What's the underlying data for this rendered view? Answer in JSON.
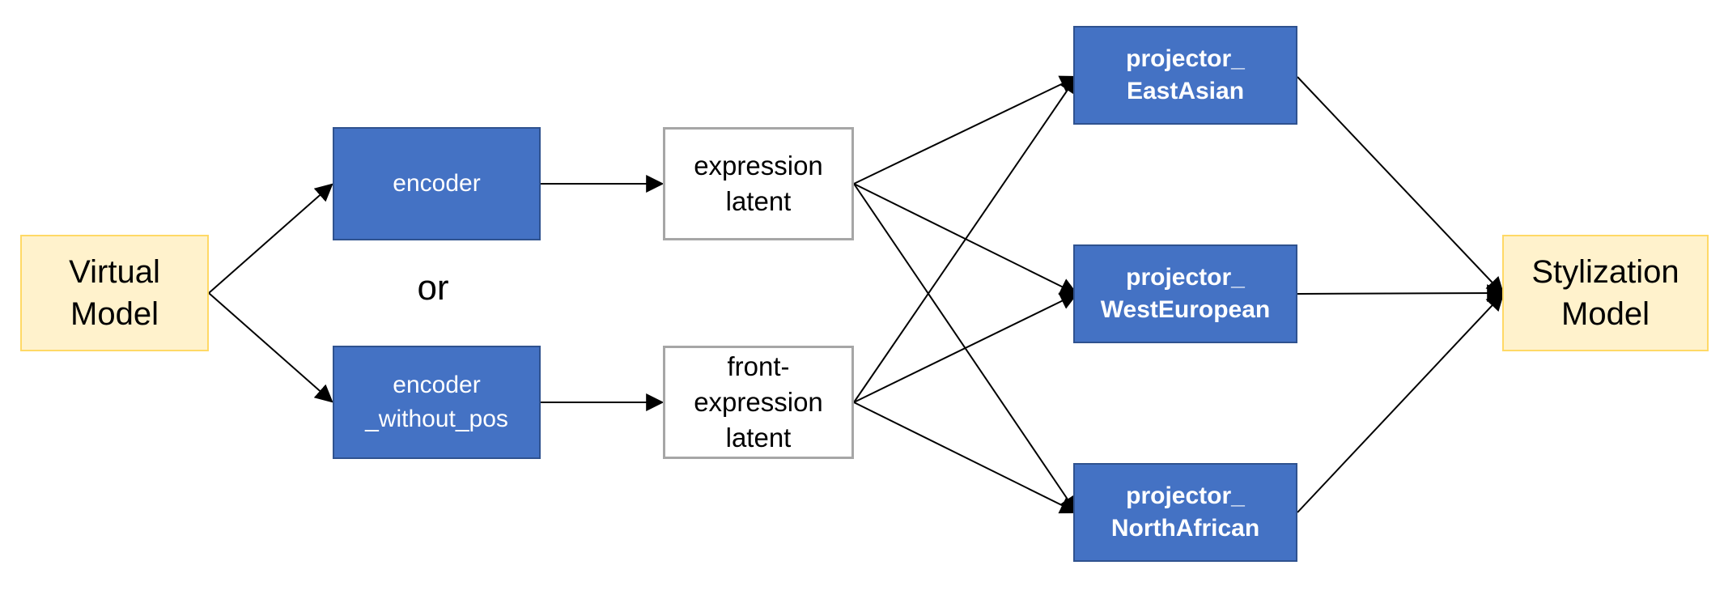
{
  "nodes": {
    "virtual_model": "Virtual\nModel",
    "encoder": "encoder",
    "encoder_without_pos": "encoder\n_without_pos",
    "expression_latent": "expression\nlatent",
    "front_expression_latent": "front-\nexpression\nlatent",
    "projector_east_asian": "projector_\nEastAsian",
    "projector_west_european": "projector_\nWestEuropean",
    "projector_north_african": "projector_\nNorthAfrican",
    "stylization_model": "Stylization\nModel"
  },
  "or_label": "or",
  "colors": {
    "model_fill": "#fff2cc",
    "model_border": "#ffd966",
    "module_fill": "#4472c4",
    "module_border": "#2f528f",
    "latent_border": "#a6a6a6",
    "arrow": "#000000"
  },
  "edges": [
    [
      "virtual_model",
      "encoder"
    ],
    [
      "virtual_model",
      "encoder_without_pos"
    ],
    [
      "encoder",
      "expression_latent"
    ],
    [
      "encoder_without_pos",
      "front_expression_latent"
    ],
    [
      "expression_latent",
      "projector_east_asian"
    ],
    [
      "expression_latent",
      "projector_west_european"
    ],
    [
      "expression_latent",
      "projector_north_african"
    ],
    [
      "front_expression_latent",
      "projector_east_asian"
    ],
    [
      "front_expression_latent",
      "projector_west_european"
    ],
    [
      "front_expression_latent",
      "projector_north_african"
    ],
    [
      "projector_east_asian",
      "stylization_model"
    ],
    [
      "projector_west_european",
      "stylization_model"
    ],
    [
      "projector_north_african",
      "stylization_model"
    ]
  ]
}
